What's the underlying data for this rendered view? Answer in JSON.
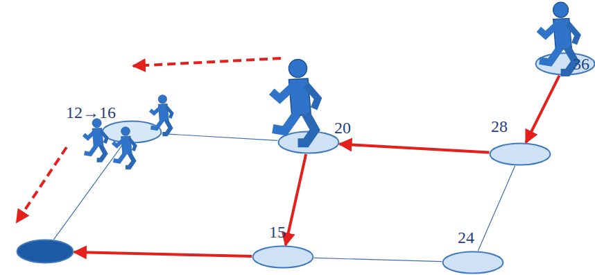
{
  "diagram": {
    "nodes": [
      {
        "text": [
          "36"
        ]
      },
      {
        "text": [
          "12→16"
        ]
      },
      {
        "text": [
          "20"
        ]
      },
      {
        "text": [
          "28"
        ]
      },
      {
        "text": []
      },
      {
        "text": [
          "15"
        ]
      },
      {
        "text": [
          "24"
        ]
      }
    ],
    "edges": [
      {
        "from": 0,
        "to": 3,
        "arrow": "to"
      },
      {
        "from": 3,
        "to": 2,
        "arrow": "to"
      },
      {
        "from": 2,
        "to": 5,
        "arrow": "to"
      },
      {
        "from": 5,
        "to": 4,
        "arrow": "to"
      },
      {
        "from": 1,
        "to": 2,
        "arrow": "none"
      },
      {
        "from": 1,
        "to": 4,
        "arrow": "none"
      },
      {
        "from": 3,
        "to": 6,
        "arrow": "none"
      },
      {
        "from": 5,
        "to": 6,
        "arrow": "none"
      }
    ]
  }
}
